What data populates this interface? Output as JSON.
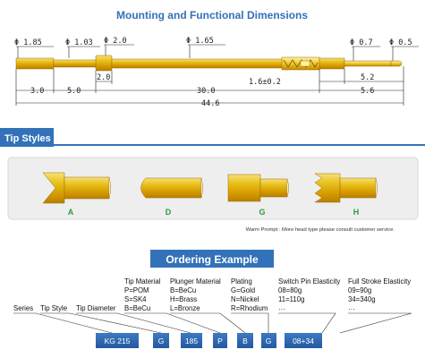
{
  "title": "Mounting and Functional Dimensions",
  "dims": {
    "d185": "Φ 1.85",
    "d103": "Φ 1.03",
    "d20": "Φ 2.0",
    "d165": "Φ 1.65",
    "d07": "Φ 0.7",
    "d05": "Φ 0.5",
    "l20": "2.0",
    "l16": "1.6±0.2",
    "l52": "5.2",
    "l30": "3.0",
    "l50": "5.0",
    "l300": "30.0",
    "l56": "5.6",
    "l446": "44.6"
  },
  "tip_styles": {
    "heading": "Tip Styles",
    "items": [
      {
        "label": "A"
      },
      {
        "label": "D"
      },
      {
        "label": "G"
      },
      {
        "label": "H"
      }
    ],
    "note": "Warm Prompt : More head type please consult customer service."
  },
  "ordering": {
    "heading": "Ordering Example",
    "tip_material": {
      "title": "Tip Material",
      "lines": [
        "P=POM",
        "S=SK4",
        "B=BeCu"
      ]
    },
    "plunger_material": {
      "title": "Plunger Material",
      "lines": [
        "B=BeCu",
        "H=Brass",
        "L=Bronze"
      ]
    },
    "plating": {
      "title": "Plating",
      "lines": [
        "G=Gold",
        "N=Nickel",
        "R=Rhodium"
      ]
    },
    "switch_pin": {
      "title": "Switch Pin Elasticity",
      "lines": [
        "08=80g",
        "11=110g",
        "…"
      ]
    },
    "full_stroke": {
      "title": "Full Stroke Elasticity",
      "lines": [
        "09=90g",
        "34=340g",
        "…"
      ]
    },
    "labels": {
      "series": "Series",
      "tip_style": "Tip Style",
      "tip_diameter": "Tip Diameter"
    },
    "codes": [
      "KG 215",
      "G",
      "185",
      "P",
      "B",
      "G",
      "08+34"
    ]
  },
  "colors": {
    "accent": "#3372b8",
    "gold": "#e0b200",
    "tip_label": "#2a9d3a",
    "box": "#2f69b0"
  }
}
